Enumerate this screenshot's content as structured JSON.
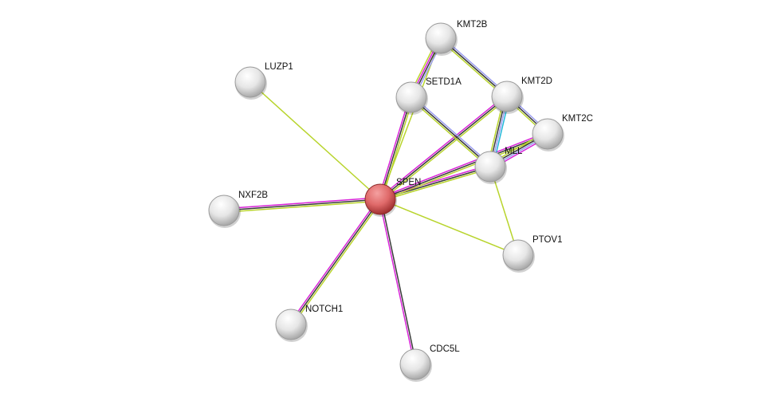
{
  "network": {
    "query_node": "SPEN",
    "nodes": [
      {
        "id": "SPEN",
        "label": "SPEN",
        "query": true
      },
      {
        "id": "KMT2B",
        "label": "KMT2B"
      },
      {
        "id": "LUZP1",
        "label": "LUZP1"
      },
      {
        "id": "SETD1A",
        "label": "SETD1A"
      },
      {
        "id": "KMT2D",
        "label": "KMT2D"
      },
      {
        "id": "KMT2C",
        "label": "KMT2C"
      },
      {
        "id": "MLL",
        "label": "MLL"
      },
      {
        "id": "NXF2B",
        "label": "NXF2B"
      },
      {
        "id": "PTOV1",
        "label": "PTOV1"
      },
      {
        "id": "NOTCH1",
        "label": "NOTCH1"
      },
      {
        "id": "CDC5L",
        "label": "CDC5L"
      }
    ],
    "evidence_colors": {
      "experiments": "#d824d8",
      "coexpression": "#3a3a3a",
      "textmining": "#b8d42c",
      "homology": "#9a9cf0",
      "databases": "#22b8d8"
    },
    "edges": [
      {
        "a": "SPEN",
        "b": "LUZP1",
        "evidence": [
          "textmining"
        ]
      },
      {
        "a": "SPEN",
        "b": "NXF2B",
        "evidence": [
          "textmining",
          "coexpression",
          "experiments"
        ]
      },
      {
        "a": "SPEN",
        "b": "NOTCH1",
        "evidence": [
          "textmining",
          "coexpression",
          "experiments"
        ]
      },
      {
        "a": "SPEN",
        "b": "CDC5L",
        "evidence": [
          "coexpression",
          "experiments"
        ]
      },
      {
        "a": "SPEN",
        "b": "PTOV1",
        "evidence": [
          "textmining"
        ]
      },
      {
        "a": "SPEN",
        "b": "SETD1A",
        "evidence": [
          "experiments",
          "coexpression",
          "textmining"
        ]
      },
      {
        "a": "SPEN",
        "b": "KMT2B",
        "evidence": [
          "textmining"
        ]
      },
      {
        "a": "SPEN",
        "b": "KMT2D",
        "evidence": [
          "experiments",
          "coexpression",
          "textmining"
        ]
      },
      {
        "a": "SPEN",
        "b": "MLL",
        "evidence": [
          "experiments",
          "coexpression",
          "textmining"
        ]
      },
      {
        "a": "SPEN",
        "b": "KMT2C",
        "evidence": [
          "experiments",
          "coexpression",
          "textmining"
        ]
      },
      {
        "a": "KMT2B",
        "b": "SETD1A",
        "evidence": [
          "homology",
          "coexpression",
          "experiments",
          "textmining"
        ]
      },
      {
        "a": "KMT2B",
        "b": "KMT2D",
        "evidence": [
          "homology",
          "coexpression",
          "textmining"
        ]
      },
      {
        "a": "SETD1A",
        "b": "MLL",
        "evidence": [
          "homology",
          "coexpression",
          "textmining"
        ]
      },
      {
        "a": "KMT2D",
        "b": "KMT2C",
        "evidence": [
          "homology",
          "coexpression",
          "textmining"
        ]
      },
      {
        "a": "KMT2D",
        "b": "MLL",
        "evidence": [
          "databases",
          "homology",
          "coexpression",
          "textmining"
        ]
      },
      {
        "a": "KMT2C",
        "b": "MLL",
        "evidence": [
          "experiments",
          "homology",
          "coexpression",
          "textmining"
        ]
      },
      {
        "a": "MLL",
        "b": "PTOV1",
        "evidence": [
          "textmining"
        ]
      }
    ]
  }
}
